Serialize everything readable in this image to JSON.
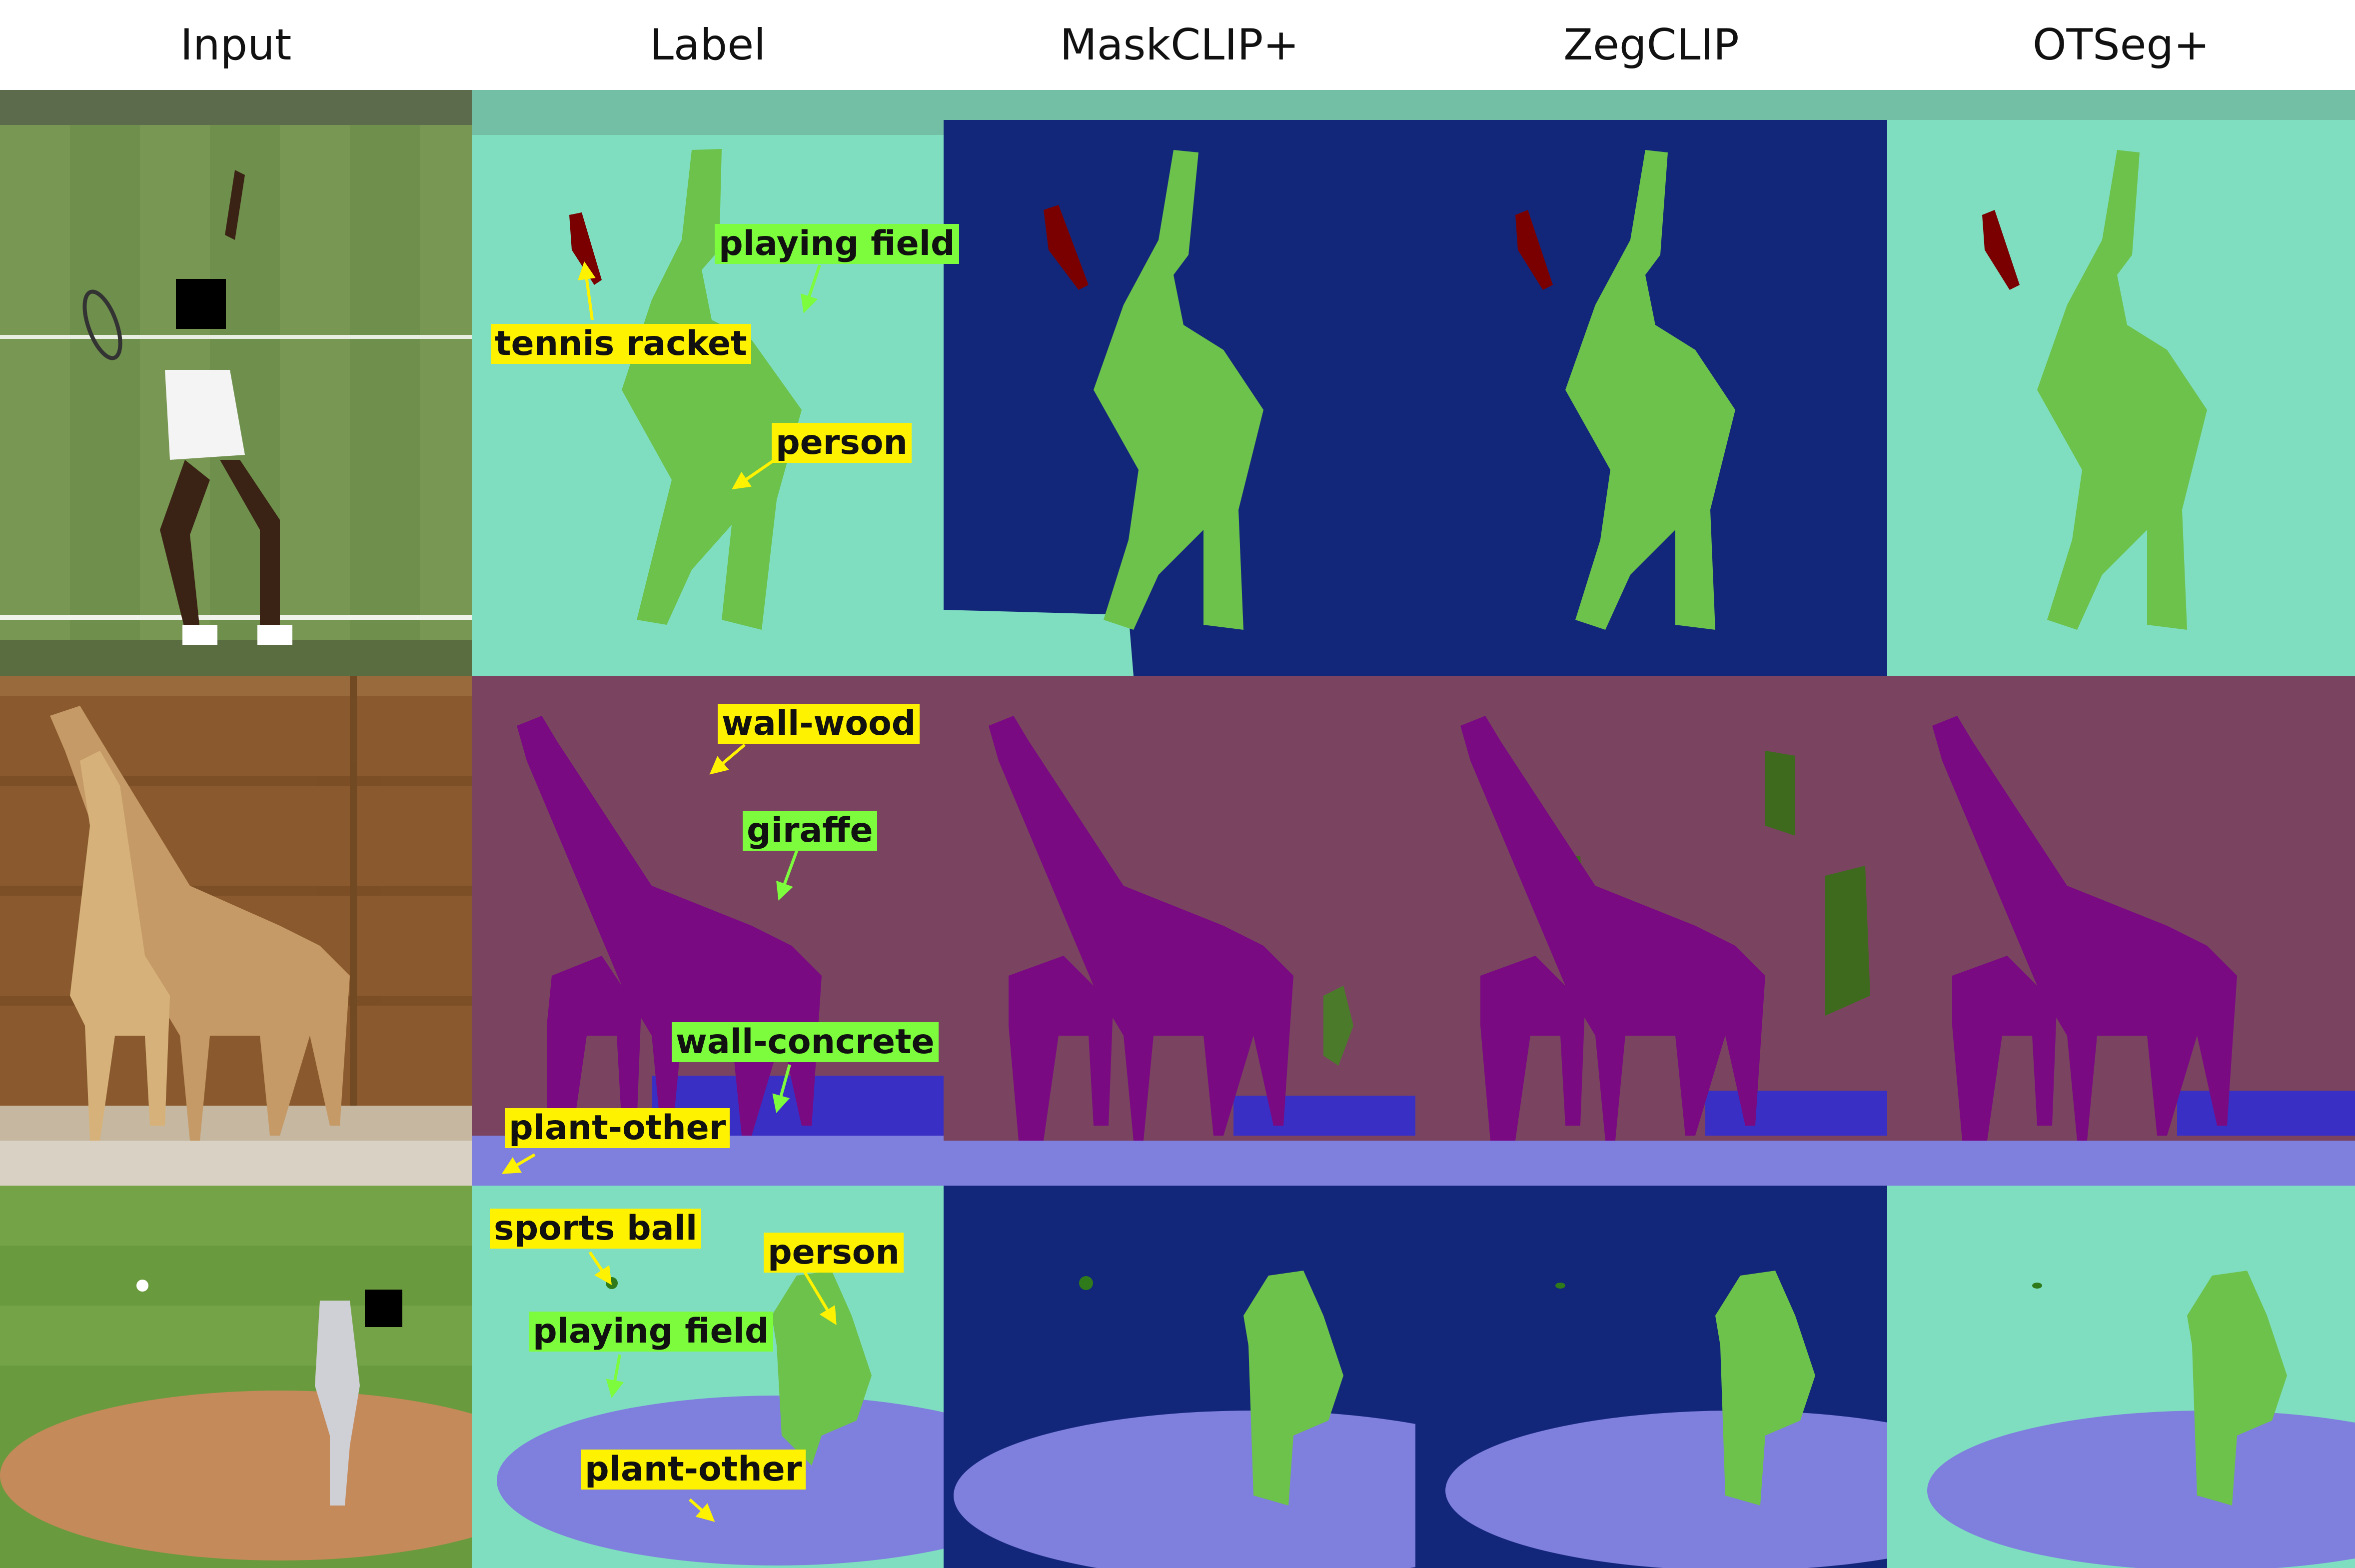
{
  "columns": [
    "Input",
    "Label",
    "MaskCLIP+",
    "ZegCLIP",
    "OTSeg+"
  ],
  "annotations": {
    "row1": [
      "playing field",
      "tennis racket",
      "person"
    ],
    "row2": [
      "wall-wood",
      "giraffe",
      "wall-concrete",
      "plant-other"
    ],
    "row3": [
      "sports ball",
      "person",
      "playing field",
      "plant-other"
    ]
  },
  "colors": {
    "playing_field": "#7fdec0",
    "unknown_dark_blue": "#13277a",
    "person": "#6cc24a",
    "tennis_racket": "#7a0000",
    "wall_wood": "#7a4460",
    "giraffe": "#7a0a82",
    "wall_concrete": "#3a2fc4",
    "plant_other": "#7f7fde",
    "ground_green": "#2f6b1a",
    "sports_ball": "#2f7a1a",
    "label_yellow": "#fff200",
    "label_green": "#7cfc3c"
  }
}
